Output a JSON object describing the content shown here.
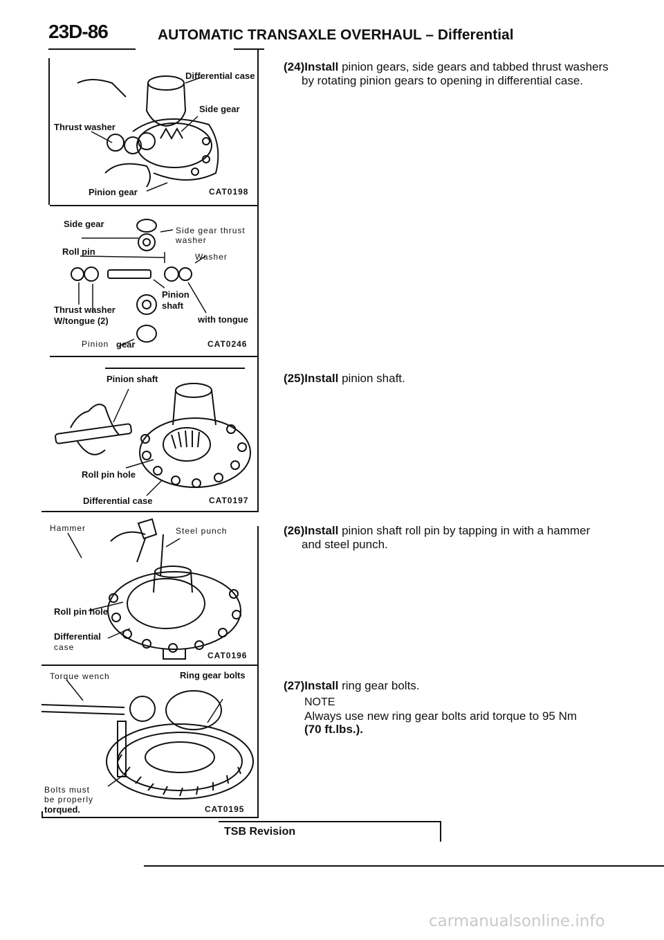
{
  "header": {
    "code": "23D-86",
    "title": "AUTOMATIC TRANSAXLE OVERHAUL – Differential"
  },
  "figures": [
    {
      "code": "CAT0198",
      "labels": [
        "Differential case",
        "Side gear",
        "Thrust washer",
        "Pinion gear"
      ]
    },
    {
      "code": "CAT0246",
      "labels": [
        "Side gear",
        "Side gear thrust",
        "washer",
        "Roll pin",
        "Washer",
        "Pinion",
        "shaft",
        "Thrust washer",
        "W/tongue (2)",
        "with tongue",
        "Pinion",
        "gear"
      ]
    },
    {
      "code": "CAT0197",
      "labels": [
        "Pinion shaft",
        "Roll pin hole",
        "Differential case"
      ]
    },
    {
      "code": "CAT0196",
      "labels": [
        "Hammer",
        "Steel punch",
        "Roll pin hole",
        "Differential",
        "case"
      ]
    },
    {
      "code": "CAT0195",
      "labels": [
        "Torque wench",
        "Ring gear bolts",
        "Bolts must",
        "be properly",
        "torqued."
      ]
    }
  ],
  "steps": [
    {
      "num": "(24)Install",
      "line1": " pinion gears, side gears and tabbed thrust washers",
      "line2": "by rotating pinion gears to opening in differential case."
    },
    {
      "num": "(25)Install",
      "line1": " pinion shaft."
    },
    {
      "num": "(26)Install",
      "line1": " pinion shaft roll pin by tapping in with a hammer",
      "line2": "and steel punch."
    },
    {
      "num": "(27)Install",
      "line1": " ring gear bolts."
    }
  ],
  "note": {
    "heading": "NOTE",
    "line1": "Always use new ring gear bolts arid torque to 95 Nm",
    "line2": "(70 ft.lbs.)."
  },
  "footer": {
    "tsb": "TSB Revision",
    "watermark": "carmanualsonline.info"
  }
}
